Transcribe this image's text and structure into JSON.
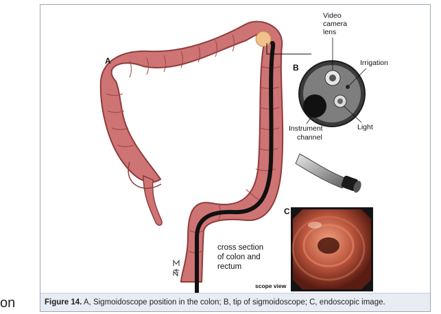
{
  "side_text": "on",
  "figure": {
    "label_a": "A",
    "label_b": "B",
    "label_c": "C",
    "callouts": {
      "video_camera_lens": [
        "Video",
        "camera",
        "lens"
      ],
      "irrigation": "Irrigation",
      "light": "Light",
      "instrument_channel": [
        "Instrument",
        "channel"
      ]
    },
    "cross_section": [
      "cross section",
      "of colon and",
      "rectum"
    ],
    "scope_view": "scope view",
    "caption_bold": "Figure 14.",
    "caption_text": " A, Sigmoidoscope position in the colon; B, tip of sigmoidoscope; C, endoscopic image."
  },
  "colors": {
    "colon": "#c86a6a",
    "colon_dark": "#8e3b3b",
    "scope": "#111111",
    "scope_view_bg": "#b5553f"
  }
}
